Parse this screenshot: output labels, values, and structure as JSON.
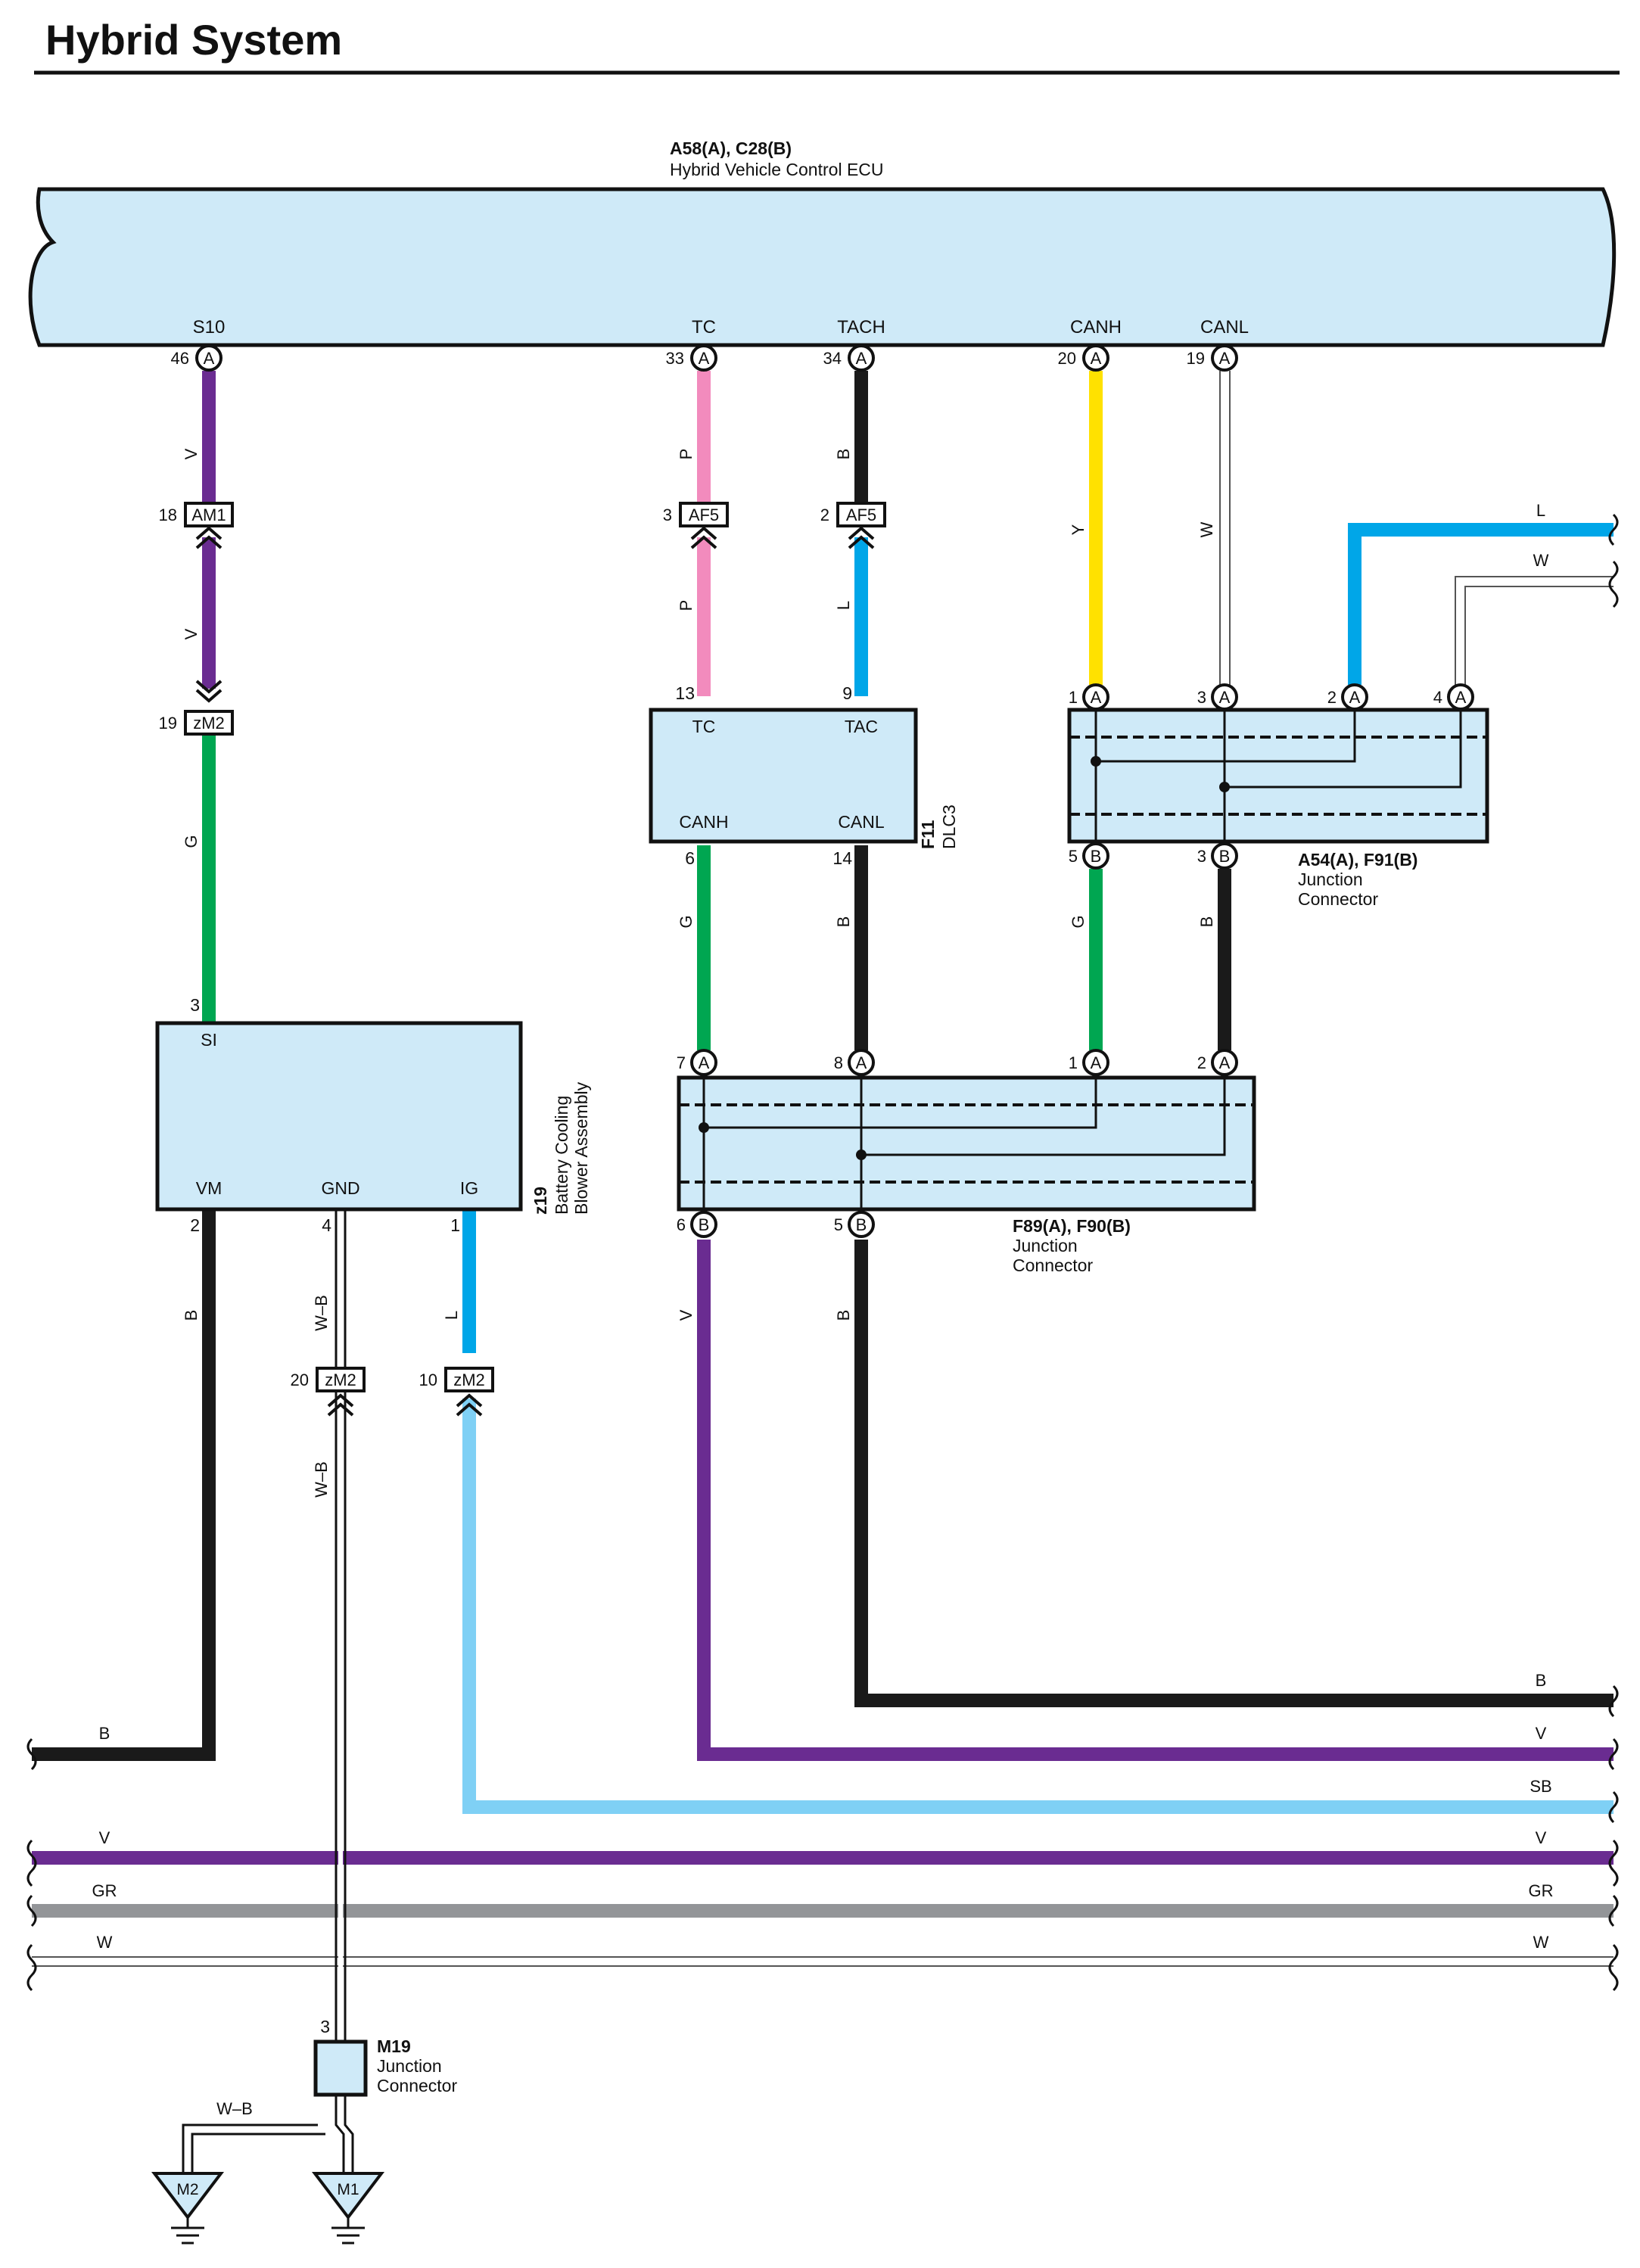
{
  "page": {
    "title": "Hybrid System"
  },
  "ecu": {
    "code": "A58(A), C28(B)",
    "name": "Hybrid Vehicle Control ECU",
    "terminals": [
      {
        "label": "S10",
        "pin": "46",
        "conn": "A"
      },
      {
        "label": "TC",
        "pin": "33",
        "conn": "A"
      },
      {
        "label": "TACH",
        "pin": "34",
        "conn": "A"
      },
      {
        "label": "CANH",
        "pin": "20",
        "conn": "A"
      },
      {
        "label": "CANL",
        "pin": "19",
        "conn": "A"
      }
    ]
  },
  "inline_connectors": [
    {
      "name": "AM1",
      "pin": "18"
    },
    {
      "name": "AF5",
      "pin": "3"
    },
    {
      "name": "AF5",
      "pin": "2"
    },
    {
      "name": "zM2",
      "pin": "19"
    },
    {
      "name": "zM2",
      "pin": "20"
    },
    {
      "name": "zM2",
      "pin": "10"
    }
  ],
  "dlc3": {
    "code": "F11",
    "name": "DLC3",
    "pins": {
      "tc": "13",
      "tac": "9",
      "canh": "6",
      "canl": "14"
    },
    "labels": {
      "tc": "TC",
      "tac": "TAC",
      "canh": "CANH",
      "canl": "CANL"
    }
  },
  "jc_a54": {
    "code": "A54(A), F91(B)",
    "name_line1": "Junction",
    "name_line2": "Connector",
    "top_pins": [
      {
        "pin": "1",
        "conn": "A"
      },
      {
        "pin": "3",
        "conn": "A"
      },
      {
        "pin": "2",
        "conn": "A"
      },
      {
        "pin": "4",
        "conn": "A"
      }
    ],
    "bottom_pins": [
      {
        "pin": "5",
        "conn": "B"
      },
      {
        "pin": "3",
        "conn": "B"
      }
    ]
  },
  "jc_f89": {
    "code": "F89(A), F90(B)",
    "name_line1": "Junction",
    "name_line2": "Connector",
    "top_pins": [
      {
        "pin": "7",
        "conn": "A"
      },
      {
        "pin": "8",
        "conn": "A"
      },
      {
        "pin": "1",
        "conn": "A"
      },
      {
        "pin": "2",
        "conn": "A"
      }
    ],
    "bottom_pins": [
      {
        "pin": "6",
        "conn": "B"
      },
      {
        "pin": "5",
        "conn": "B"
      }
    ]
  },
  "blower": {
    "code": "z19",
    "name_line1": "Battery Cooling",
    "name_line2": "Blower Assembly",
    "terminals": {
      "si": "SI",
      "vm": "VM",
      "gnd": "GND",
      "ig": "IG"
    },
    "pins": {
      "si": "3",
      "vm": "2",
      "gnd": "4",
      "ig": "1"
    }
  },
  "m19": {
    "code": "M19",
    "name_line1": "Junction",
    "name_line2": "Connector",
    "pin": "3"
  },
  "grounds": [
    {
      "name": "M2"
    },
    {
      "name": "M1"
    }
  ],
  "wire_colors": {
    "v1": "V",
    "v2": "V",
    "p1": "P",
    "p2": "P",
    "b1": "B",
    "l1": "L",
    "y": "Y",
    "w": "W",
    "g1": "G",
    "g2": "G",
    "g3": "G",
    "b2": "B",
    "b3": "B",
    "b4": "B",
    "wb1": "W–B",
    "wb2": "W–B",
    "l2": "L",
    "v3": "V",
    "b5": "B",
    "wb_ground": "W–B"
  },
  "edge_labels": {
    "right_l": "L",
    "right_w": "W",
    "right_b": "B",
    "right_v": "V",
    "right_sb": "SB",
    "bus_v_left": "V",
    "bus_v_right": "V",
    "bus_gr_left": "GR",
    "bus_gr_right": "GR",
    "bus_w_left": "W",
    "bus_w_right": "W",
    "left_b": "B"
  },
  "colors": {
    "violet": "#6a2c91",
    "pink": "#f28bbd",
    "black": "#1a1a1a",
    "blue": "#00a6e8",
    "light_blue": "#7fd0f5",
    "yellow": "#ffe100",
    "green": "#00a651",
    "gray": "#939598",
    "component_fill": "#cfeaf8"
  }
}
